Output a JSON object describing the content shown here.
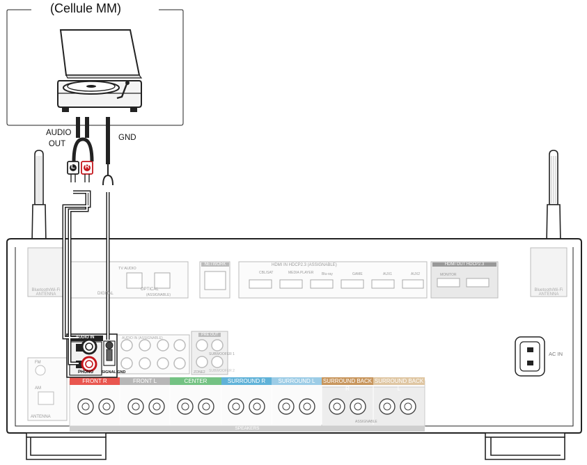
{
  "turntable": {
    "caption": "(Cellule MM)"
  },
  "cables": {
    "audio_out_line1": "AUDIO",
    "audio_out_line2": "OUT",
    "gnd": "GND",
    "plug_left": "L",
    "plug_right": "R"
  },
  "receiver": {
    "antenna_left": "Bluetooth/Wi-Fi ANTENNA",
    "antenna_right": "Bluetooth/Wi-Fi ANTENNA",
    "digital": "DIGITAL",
    "optical": "OPTICAL",
    "optical_tv": "TV AUDIO",
    "assignable": "(ASSIGNABLE)",
    "network": "NETWORK",
    "hdmi_in": "HDMI IN HDCP2.3 (ASSIGNABLE)",
    "hdmi_inputs": [
      "CBL/SAT",
      "MEDIA PLAYER",
      "Blu-ray",
      "GAME",
      "AUX1",
      "AUX2"
    ],
    "hdmi_out": "HDMI OUT HDCP2.3",
    "hdmi_out_monitor": "MONITOR",
    "audio_in": "AUDIO IN",
    "audio_in_top": "AUDIO IN (ASSIGNABLE)",
    "phono": "PHONO",
    "signal_gnd": "SIGNAL GND",
    "pre_out": "PRE OUT",
    "subwoofer1": "SUBWOOFER 1",
    "subwoofer2": "SUBWOOFER 2",
    "zone2": "ZONE2",
    "fm": "FM",
    "am": "AM",
    "antenna": "ANTENNA",
    "ac_in": "AC IN",
    "speakers": "SPEAKERS",
    "speaker_groups": [
      "FRONT R",
      "FRONT L",
      "CENTER",
      "SURROUND R",
      "SURROUND L",
      "SURROUND BACK R",
      "SURROUND BACK L"
    ],
    "assignable_small": "ASSIGNABLE",
    "colors": {
      "front_r": "#e9564f",
      "front_l": "#b7b7b7",
      "center": "#74c283",
      "surround_r": "#60b2d8",
      "surround_l": "#9ccce6",
      "surround_back_r": "#c8965d",
      "surround_back_l": "#dfc6a2"
    }
  }
}
